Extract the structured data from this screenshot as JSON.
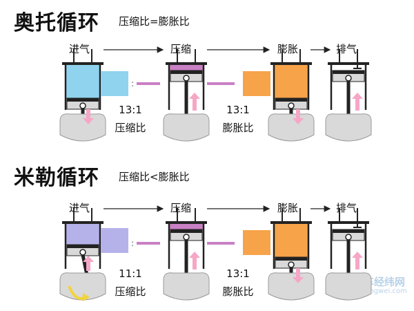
{
  "colors": {
    "intake_blue": "#8fd3ee",
    "intake_purple": "#b5b2ea",
    "compress_purple": "#c980c4",
    "expansion_orange": "#f6a34a",
    "arrow_pink": "#f6a6c6",
    "metal_gray": "#d9d9d9",
    "dark": "#222222"
  },
  "otto": {
    "title": "奥托循环",
    "subtitle": "压缩比=膨胀比",
    "stages": [
      "进气",
      "压缩",
      "膨胀",
      "排气"
    ],
    "compression": {
      "ratio": "13:1",
      "label": "压缩比"
    },
    "expansion": {
      "ratio": "13:1",
      "label": "膨胀比"
    }
  },
  "miller": {
    "title": "米勒循环",
    "subtitle": "压缩比<膨胀比",
    "stages": [
      "进气",
      "压缩",
      "膨胀",
      "排气"
    ],
    "compression": {
      "ratio": "11:1",
      "label": "压缩比"
    },
    "expansion": {
      "ratio": "13:1",
      "label": "膨胀比"
    }
  },
  "watermark": {
    "brand": "汽车经纬网",
    "url": "www.qichejingwei.com"
  }
}
